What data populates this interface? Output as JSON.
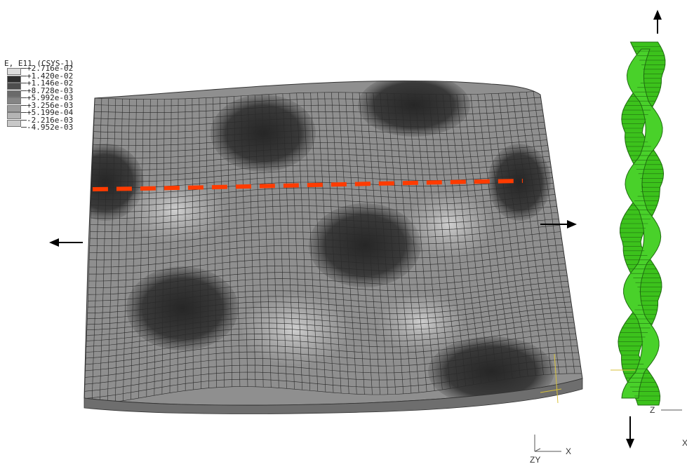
{
  "legend": {
    "title": "E, E11 (CSYS-1)",
    "labels": [
      "+2.716e-02",
      "+1.420e-02",
      "+1.146e-02",
      "+8.728e-03",
      "+5.992e-03",
      "+3.256e-03",
      "+5.199e-04",
      "-2.216e-03",
      "-4.952e-03"
    ],
    "bands": [
      "#dcdcdc",
      "#2e2e2e",
      "#4e4e4e",
      "#6a6a6a",
      "#858585",
      "#9c9c9c",
      "#b4b4b4",
      "#c8c8c8"
    ]
  },
  "triad_main": {
    "x_label": "X",
    "z_label": "Z",
    "y_label": "Y"
  },
  "triad_side": {
    "z_label": "Z",
    "x_label": "X"
  },
  "colors": {
    "dashed_line": "#ff3b00",
    "mesh_green": "#3cc21c",
    "mesh_dark": "#1f6b10",
    "surface_dark": "#2d2d2d",
    "surface_light": "#c4c4c4"
  },
  "icons": [
    "arrow-left-icon",
    "arrow-right-icon",
    "arrow-up-icon",
    "arrow-down-icon"
  ]
}
